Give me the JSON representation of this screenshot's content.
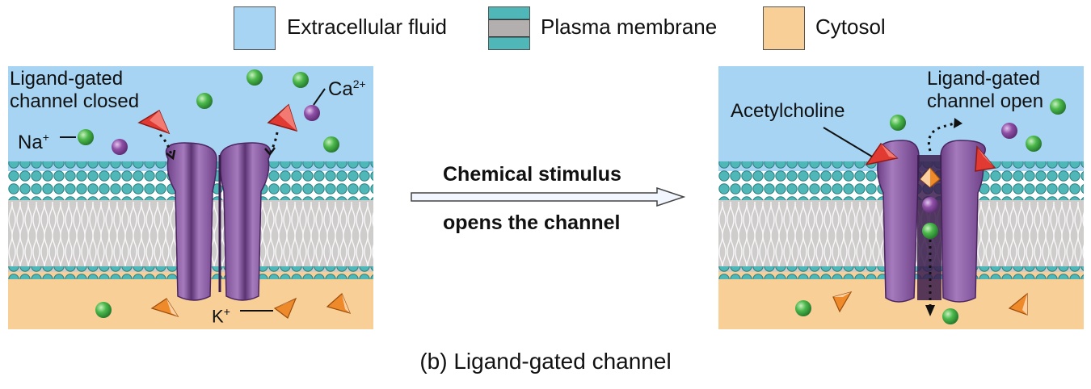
{
  "colors": {
    "extracellular": "#a8d4f4",
    "membrane_head": "#4fb7b7",
    "membrane_core": "#b3afaf",
    "cytosol": "#f8cf97",
    "channel": "#8d5aa6",
    "sodium": "#4bb84b",
    "calcium": "#8e4fa6",
    "potassium": "#ee8a2a",
    "acetylcholine": "#e03a32"
  },
  "legend": {
    "extracellular": "Extracellular fluid",
    "membrane": "Plasma membrane",
    "cytosol": "Cytosol"
  },
  "left_panel": {
    "channel_label_line1": "Ligand-gated",
    "channel_label_line2": "channel closed",
    "ca_label": "Ca",
    "ca_charge": "2+",
    "na_label": "Na",
    "na_charge": "+",
    "k_label": "K",
    "k_charge": "+"
  },
  "center": {
    "line1": "Chemical stimulus",
    "line2": "opens the channel"
  },
  "right_panel": {
    "ach_label": "Acetylcholine",
    "channel_label_line1": "Ligand-gated",
    "channel_label_line2": "channel open"
  },
  "caption": "(b) Ligand-gated channel"
}
